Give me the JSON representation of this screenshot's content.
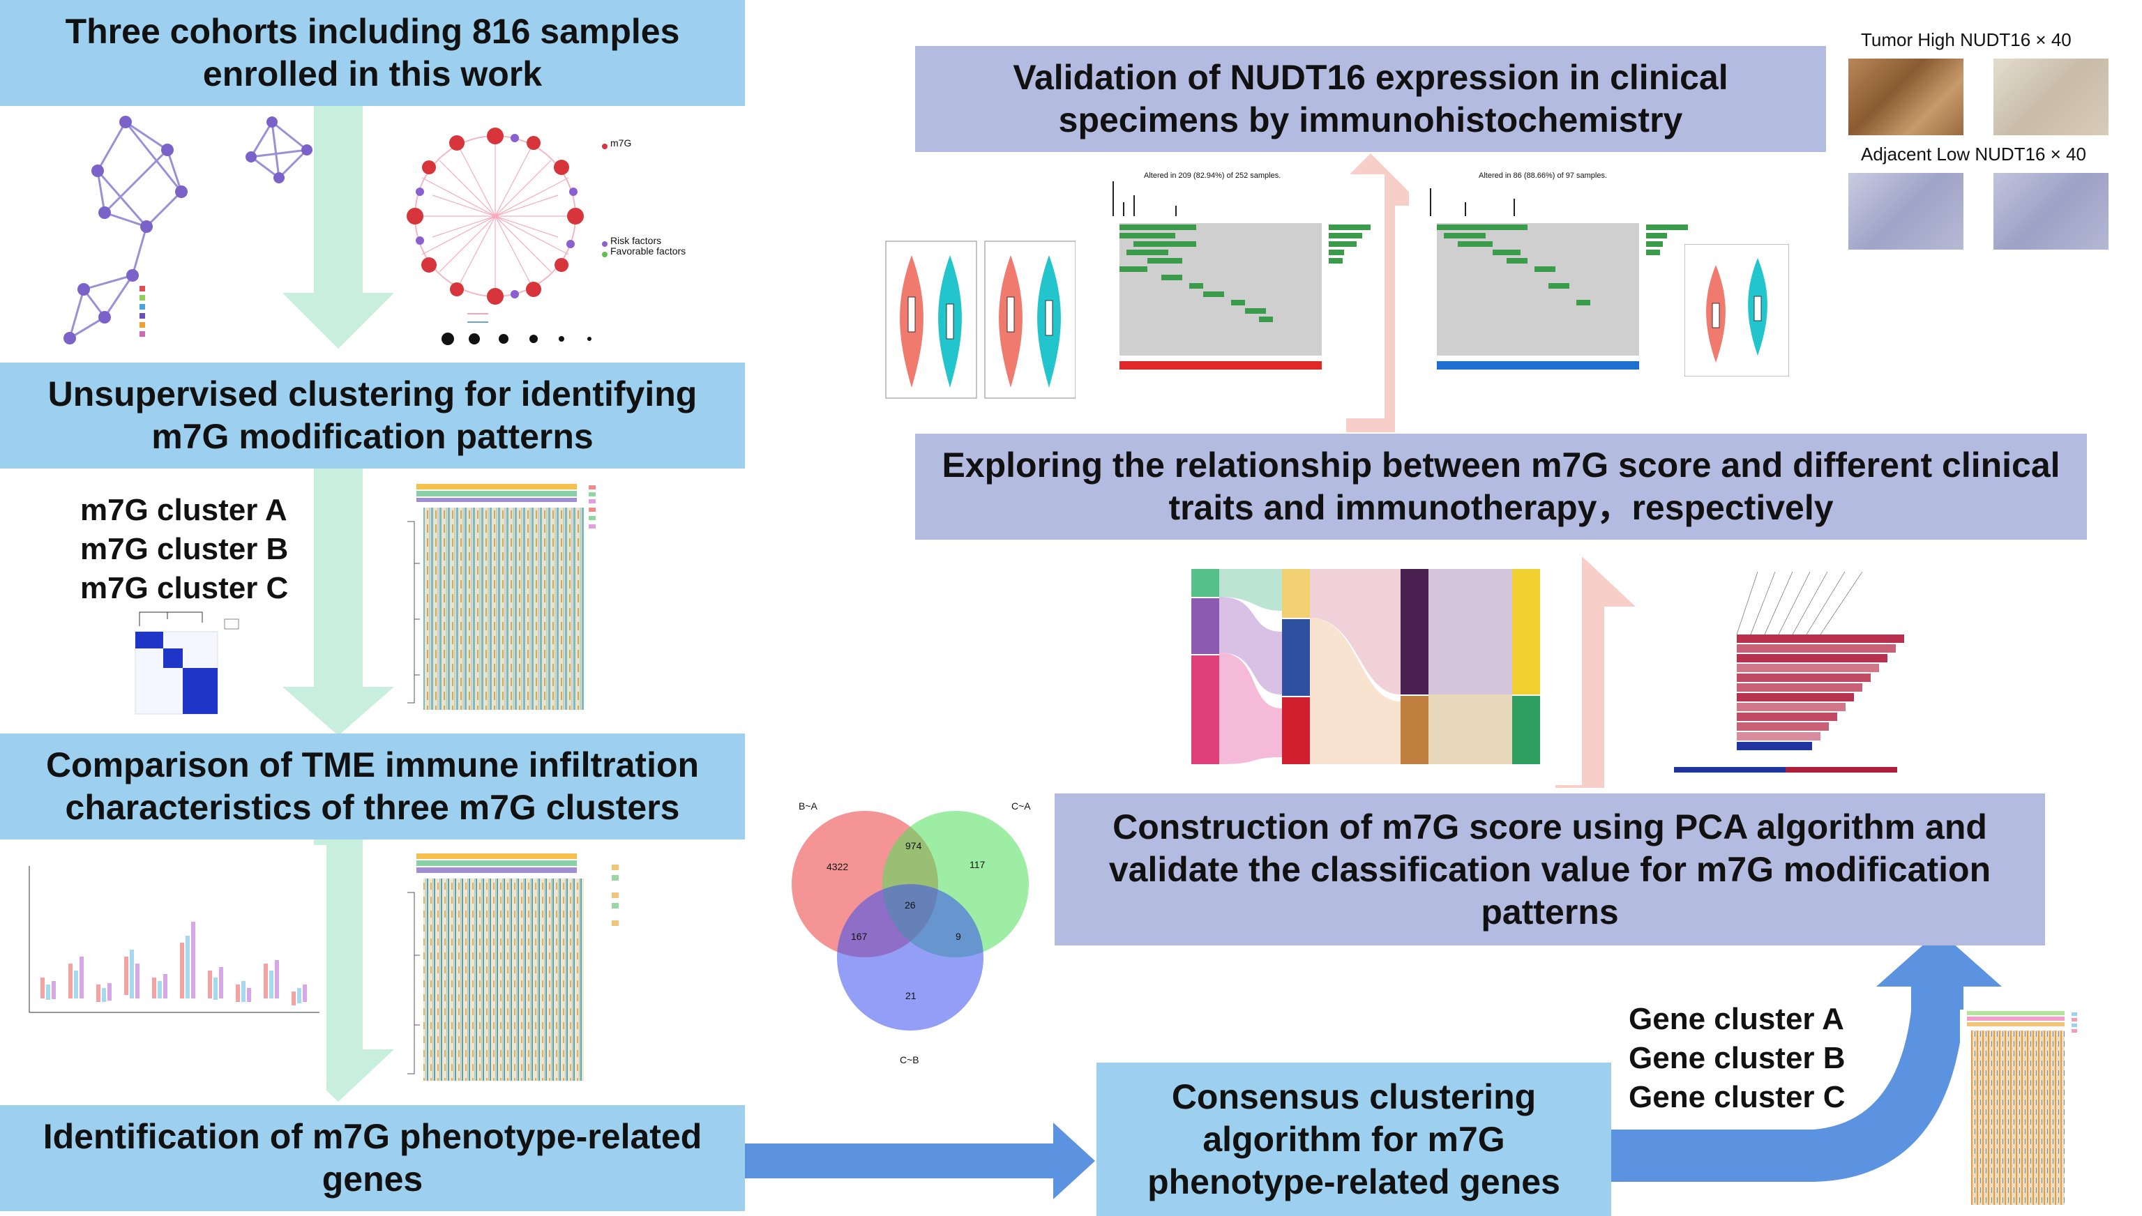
{
  "steps": {
    "s1": "Three cohorts including 816 samples enrolled in this work",
    "s2": "Unsupervised clustering for identifying m7G modification patterns",
    "s3": "Comparison of TME immune infiltration characteristics of three m7G clusters",
    "s4": "Identification of m7G phenotype-related genes",
    "s5": "Consensus clustering algorithm for m7G phenotype-related genes",
    "s6": "Construction of m7G score using PCA algorithm and validate the classification value for m7G modification patterns",
    "s7": "Exploring the relationship between m7G score and different clinical traits and immunotherapy，respectively",
    "s8": "Validation of NUDT16 expression in clinical specimens by immunohistochemistry"
  },
  "m7g_clusters": [
    "m7G cluster A",
    "m7G cluster B",
    "m7G cluster C"
  ],
  "gene_clusters": [
    "Gene cluster A",
    "Gene cluster B",
    "Gene cluster C"
  ],
  "ihc": {
    "tumor": "Tumor High NUDT16 × 40",
    "adjacent": "Adjacent Low NUDT16 × 40"
  },
  "network_legend": {
    "m7g": "m7G",
    "risk": "Risk factors",
    "favorable": "Favorable factors"
  },
  "venn": {
    "labels": {
      "ba": "B~A",
      "ca": "C~A",
      "cb": "C~B"
    },
    "counts": {
      "ba_only": "4322",
      "ba_ca": "974",
      "ca_only": "117",
      "center": "26",
      "ba_cb": "167",
      "ca_cb": "9",
      "cb_only": "21"
    }
  },
  "oncoprint": {
    "left_title": "Altered in 209 (82.94%) of 252 samples.",
    "right_title": "Altered in 86 (88.66%) of 97 samples."
  },
  "colors": {
    "box_blue": "#9dd0ef",
    "box_lavender": "#b4bbe0",
    "arrow_green": "#c8eedd",
    "arrow_pink": "#f8cfc8",
    "arrow_blue": "#5b93e0"
  }
}
